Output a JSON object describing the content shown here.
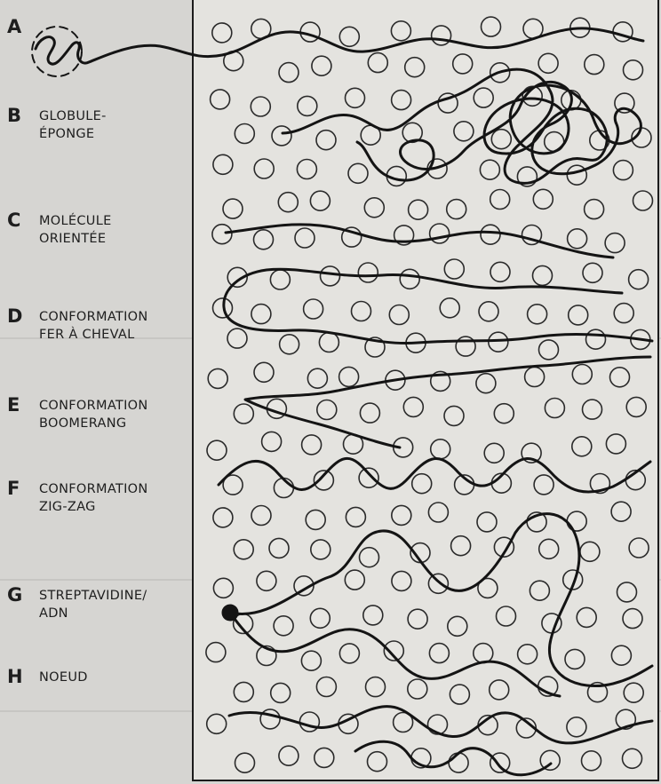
{
  "rows": [
    {
      "letter": "A",
      "line1": "",
      "line2": ""
    },
    {
      "letter": "B",
      "line1": "GLOBULE-",
      "line2": "ÉPONGE"
    },
    {
      "letter": "C",
      "line1": "MOLÉCULE",
      "line2": "ORIENTÉE"
    },
    {
      "letter": "D",
      "line1": "CONFORMATION",
      "line2": "FER À CHEVAL"
    },
    {
      "letter": "E",
      "line1": "CONFORMATION",
      "line2": "BOOMERANG"
    },
    {
      "letter": "F",
      "line1": "CONFORMATION",
      "line2": "ZIG-ZAG"
    },
    {
      "letter": "G",
      "line1": "STREPTAVIDINE/",
      "line2": "ADN"
    },
    {
      "letter": "H",
      "line1": "NOEUD",
      "line2": ""
    }
  ],
  "colors": {
    "ink": "#1e1e1e",
    "panel": "#e4e3df",
    "page": "#d6d5d2"
  }
}
